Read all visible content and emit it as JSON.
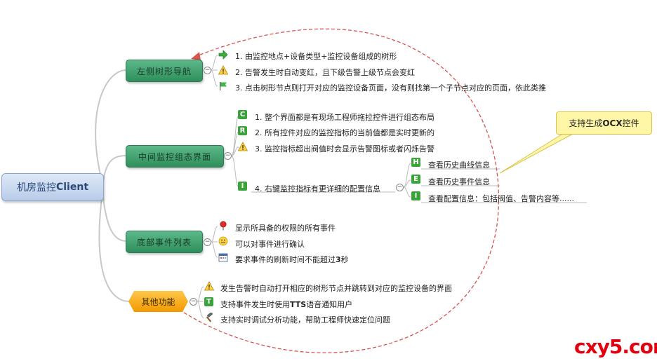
{
  "root": {
    "label_prefix": "机房监控",
    "label_suffix": "Client"
  },
  "branches": [
    {
      "label": "左侧树形导航",
      "items": [
        {
          "icon": "arrow-right-icon",
          "text": "1. 由监控地点+设备类型+监控设备组成的树形"
        },
        {
          "icon": "warning-icon",
          "text": "2. 告警发生时自动变红，且下级告警上级节点会变红"
        },
        {
          "icon": "flag-icon",
          "text": "3. 点击树形节点则打开对应的监控设备页面，没有则找第一个子节点对应的页面，依此类推"
        }
      ]
    },
    {
      "label": "中间监控组态界面",
      "items": [
        {
          "icon": "c-icon",
          "badge": "C",
          "text": "1. 整个界面都是有现场工程师拖拉控件进行组态布局"
        },
        {
          "icon": "r-icon",
          "badge": "R",
          "text": "2. 所有控件对应的监控指标的当前值都是实时更新的"
        },
        {
          "icon": "warning-icon",
          "text": "3. 监控指标超出阀值时会显示告警图标或者闪烁告警"
        },
        {
          "icon": "i-icon",
          "badge": "I",
          "text": "4. 右键监控指标有更详细的配置信息",
          "children": [
            {
              "icon": "h-icon",
              "badge": "H",
              "text": "查看历史曲线信息"
            },
            {
              "icon": "e-icon",
              "badge": "E",
              "text": "查看历史事件信息"
            },
            {
              "icon": "i-icon",
              "badge": "I",
              "text": "查看配置信息：包括阀值、告警内容等......"
            }
          ]
        }
      ]
    },
    {
      "label": "底部事件列表",
      "items": [
        {
          "icon": "pushpin-icon",
          "text": "显示所具备的权限的所有事件"
        },
        {
          "icon": "smiley-icon",
          "text": "可以对事件进行确认"
        },
        {
          "icon": "calendar-icon",
          "text_prefix": "要求事件的刷新时间不能超过",
          "text_bold": "3",
          "text_suffix": "秒"
        }
      ]
    },
    {
      "label": "其他功能",
      "items": [
        {
          "icon": "warning-icon",
          "text": "发生告警时自动打开相应的树形节点并跳转到对应的监控设备的界面"
        },
        {
          "icon": "t-icon",
          "badge": "T",
          "text_prefix": "支持事件发生时使用",
          "text_bold": "TTS",
          "text_suffix": "语音通知用户"
        },
        {
          "icon": "hammer-icon",
          "text": "支持实时调试分析功能，帮助工程师快速定位问题"
        }
      ]
    }
  ],
  "callout": {
    "text_prefix": "支持生成",
    "text_bold": "OCX",
    "text_suffix": "控件"
  },
  "watermark": "cxy5.com",
  "colors": {
    "branch_green": "#3a9e6b",
    "branch_orange": "#f7a81b",
    "root_blue": "#c9d8ef",
    "relation_red": "#d9534f",
    "callout_yellow": "#fff6a8"
  }
}
